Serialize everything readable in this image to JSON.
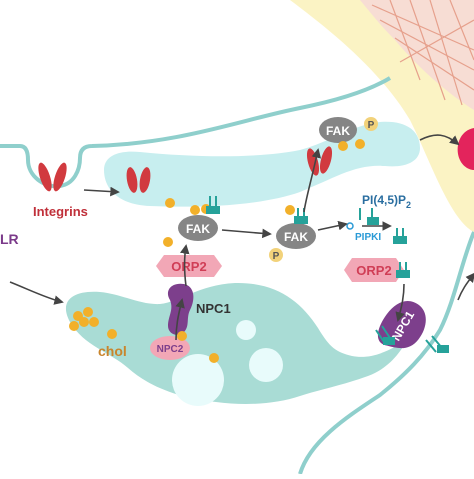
{
  "labels": {
    "integrins": "Integrins",
    "ldlr_fragment": "LR",
    "fak_top": "FAK",
    "fak_mid": "FAK",
    "fak_right": "FAK",
    "phospho_top": "P",
    "phospho_right": "P",
    "pip2_main": "PI(4,5)P",
    "pip2_sub": "2",
    "pipki": "PIPKI",
    "orp2_left": "ORP2",
    "orp2_right": "ORP2",
    "npc1_left": "NPC1",
    "npc1_right": "NPC1",
    "npc2": "NPC2",
    "chol": "chol"
  },
  "colors": {
    "cell_line": "#8fcfcc",
    "ecm_yellow": "#fbf3c4",
    "ecm_pink": "#f7ddd4",
    "fiber": "#e6a08c",
    "tubule": "#c7eeef",
    "endosome": "#a9dcd5",
    "vesicle": "#e8fbfb",
    "integrin_red": "#d13a3f",
    "fak_gray": "#858585",
    "cholesterol": "#f2b02a",
    "npc_purple": "#7d3f8c",
    "orp2_pink": "#f2a7b6",
    "orp2_text": "#d03e56",
    "teal_lipid": "#26a29a",
    "arrow": "#444444",
    "magenta_edge": "#e3245c",
    "chol_text": "#c9852c",
    "pipki_text": "#2a9ad6",
    "ldlr_text": "#7b3a8a"
  }
}
